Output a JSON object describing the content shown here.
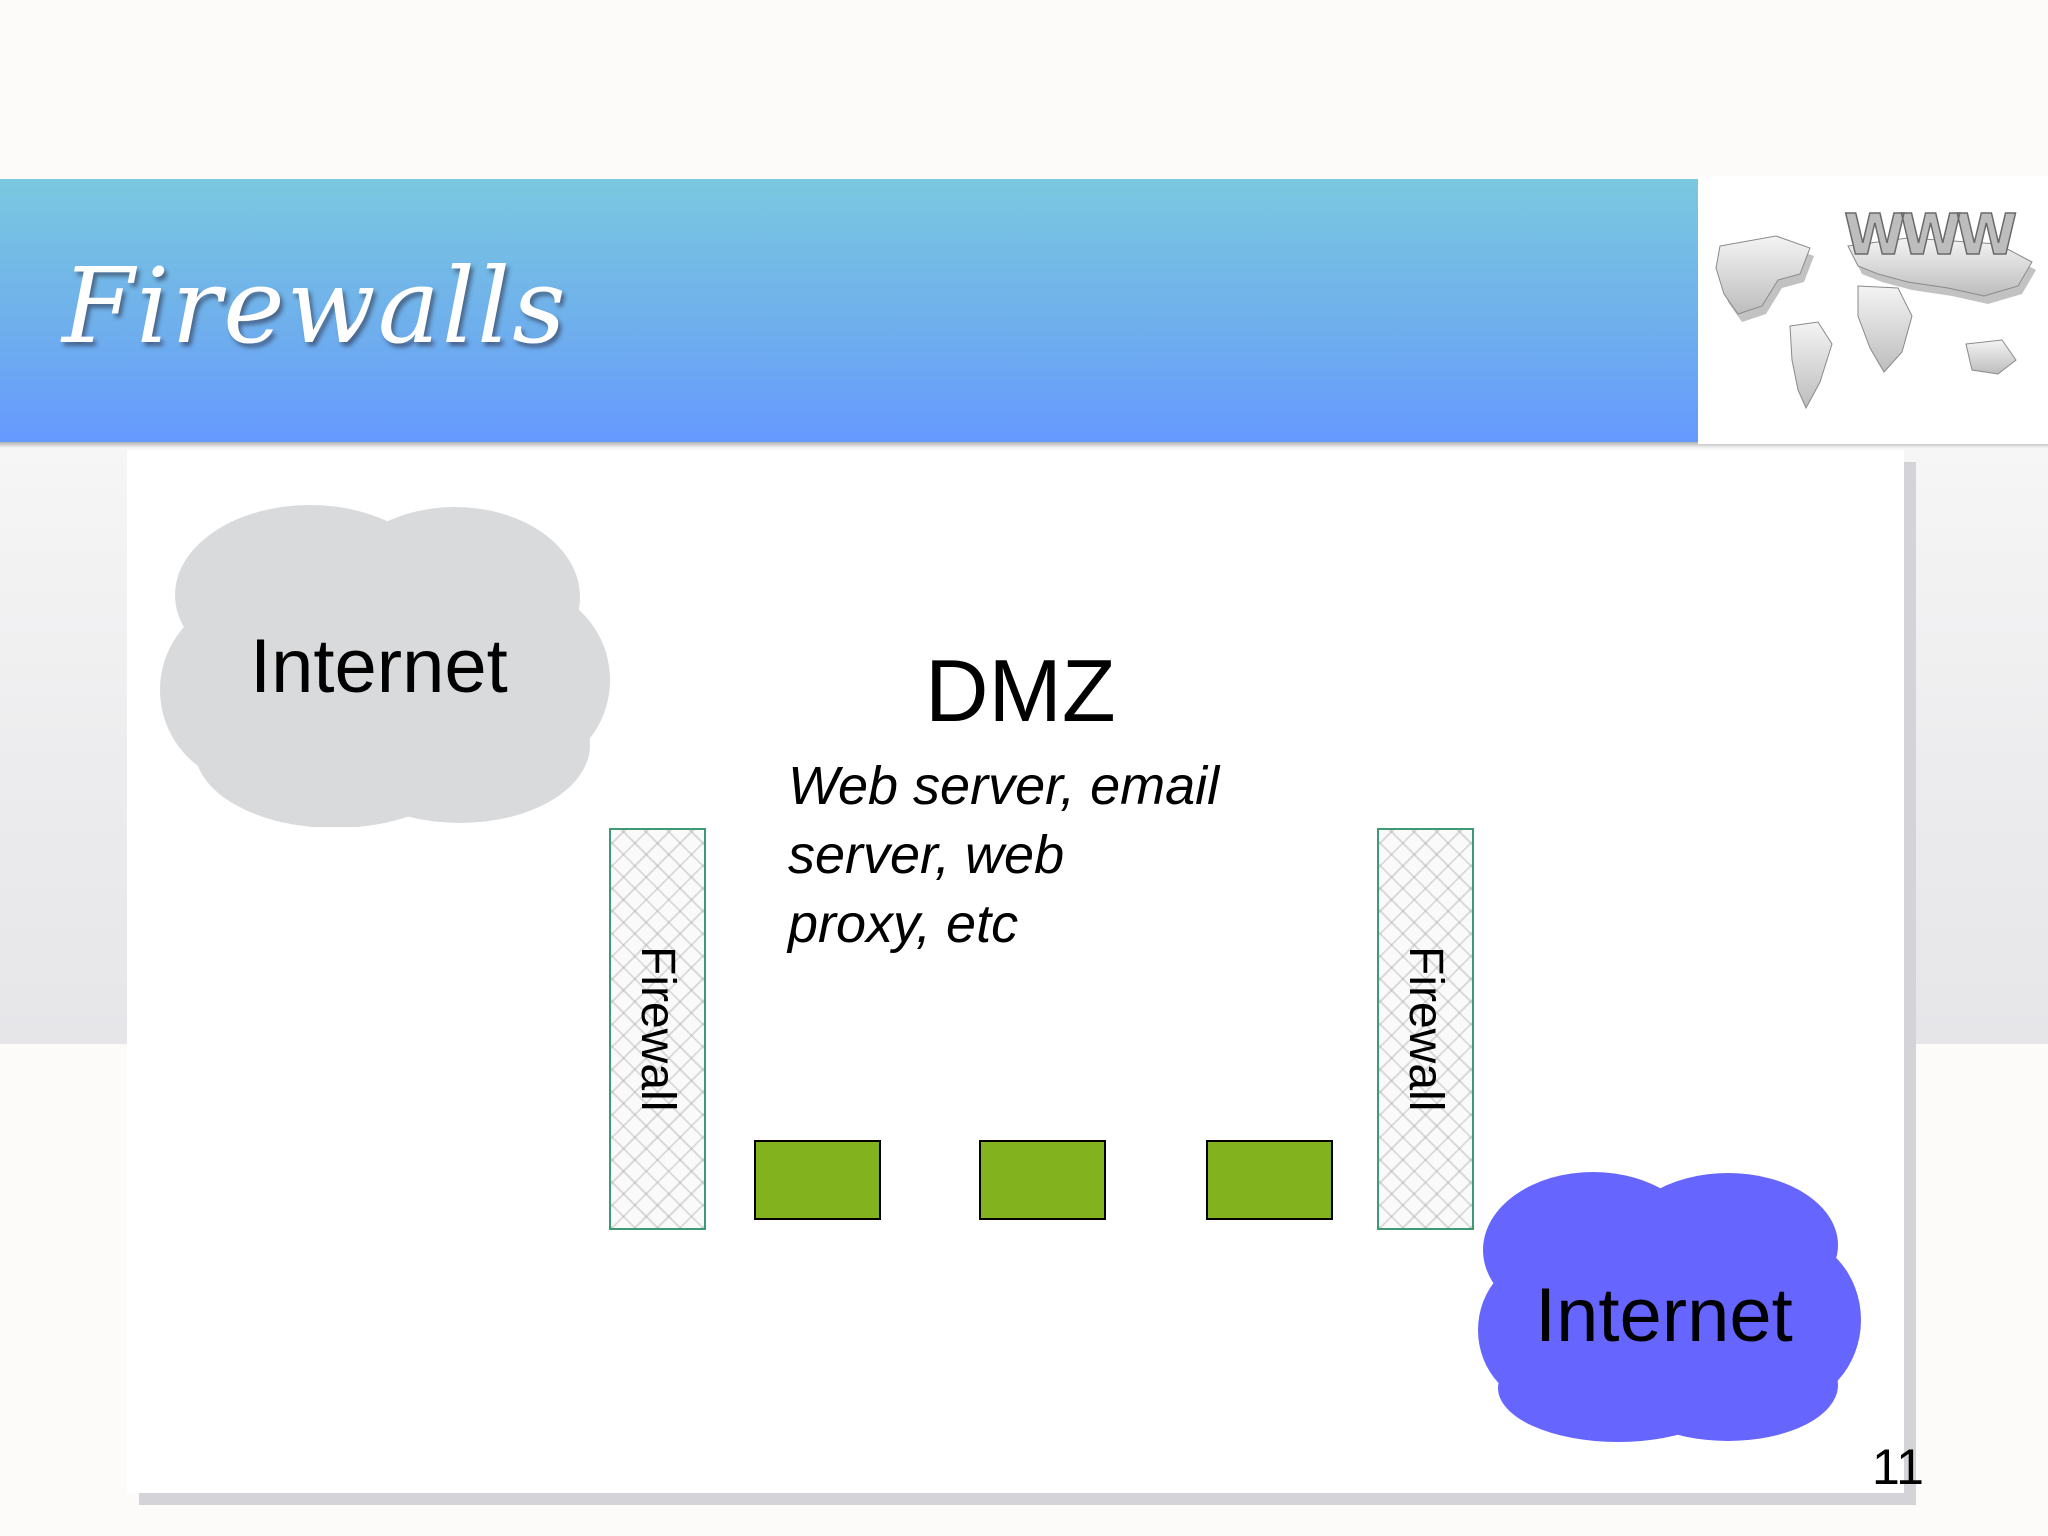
{
  "slide": {
    "title": "Firewalls",
    "page_number": "11"
  },
  "diagram": {
    "internet_top": "Internet",
    "internet_bottom": "Internet",
    "dmz_title": "DMZ",
    "dmz_description_lines": [
      "Web server, email",
      "server, web",
      "proxy, etc"
    ],
    "firewall_left": "Firewall",
    "firewall_right": "Firewall",
    "server_count": 3
  },
  "header_image": {
    "text": "WWW"
  },
  "colors": {
    "title_bar_top": "#7ac8e0",
    "title_bar_bottom": "#6699ff",
    "cloud_top": "#d9dadc",
    "cloud_bottom": "#6666ff",
    "server_fill": "#82b21e",
    "firewall_border": "#3d9a74"
  }
}
